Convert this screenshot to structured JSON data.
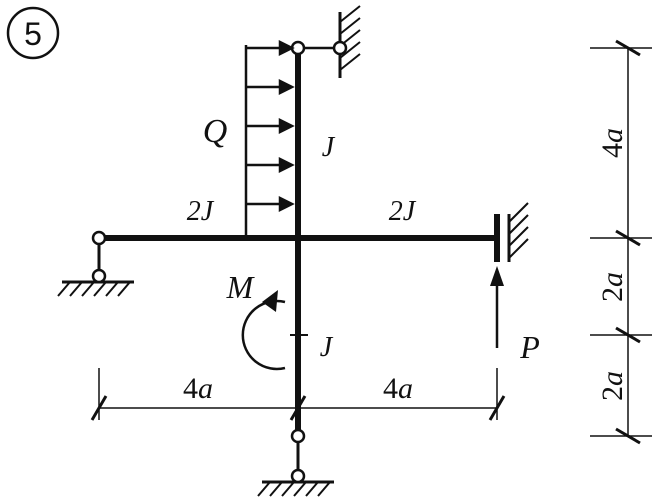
{
  "problem": {
    "number": "5"
  },
  "loads": {
    "distributed": "Q",
    "moment": "M",
    "force": "P"
  },
  "stiffness": {
    "vertical_top": "J",
    "vertical_bottom": "J",
    "horizontal_left": "2J",
    "horizontal_right": "2J"
  },
  "dimensions": {
    "horizontal_left": {
      "coef": "4",
      "unit": "a"
    },
    "horizontal_right": {
      "coef": "4",
      "unit": "a"
    },
    "vertical_top": {
      "coef": "4",
      "unit": "a"
    },
    "vertical_middle": {
      "coef": "2",
      "unit": "a"
    },
    "vertical_bottom": {
      "coef": "2",
      "unit": "a"
    }
  },
  "colors": {
    "ink": "#111111",
    "background": "#ffffff"
  }
}
